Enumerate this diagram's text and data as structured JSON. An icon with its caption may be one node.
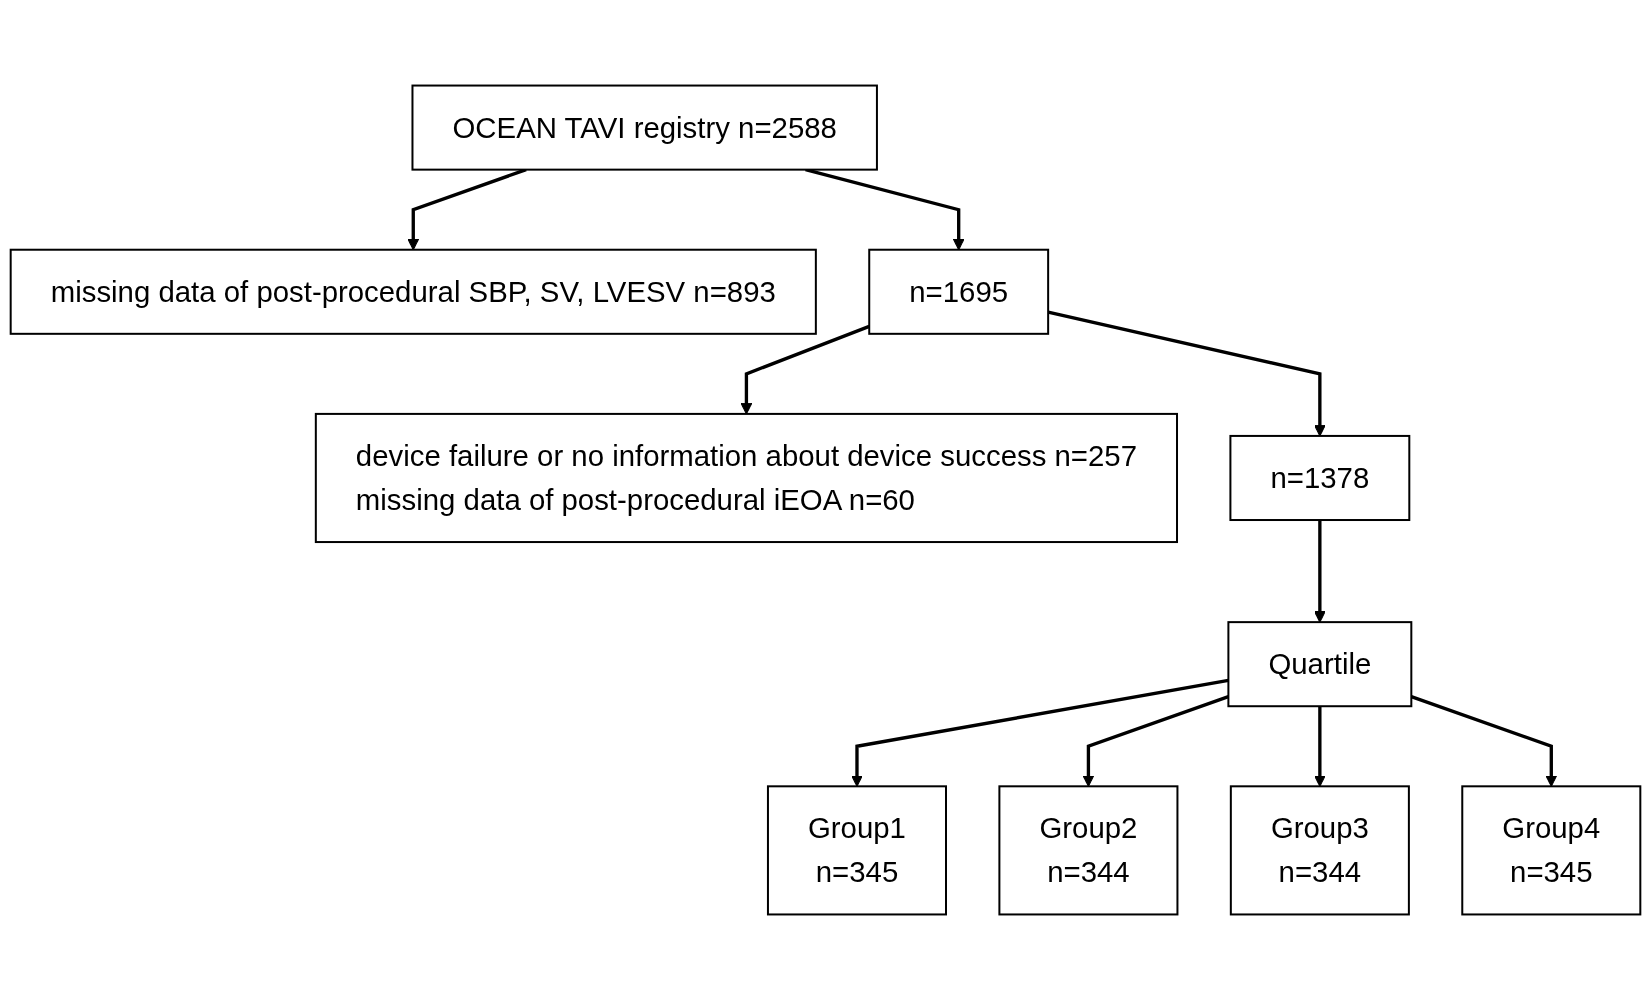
{
  "diagram": {
    "nodes": [
      {
        "text": [
          "OCEAN TAVI registry n=2588"
        ]
      },
      {
        "text": [
          "missing data of post-procedural SBP, SV, LVESV n=893"
        ]
      },
      {
        "text": [
          "n=1695"
        ]
      },
      {
        "text": [
          "device failure or no information about device success n=257",
          "missing data of post-procedural iEOA n=60"
        ]
      },
      {
        "text": [
          "n=1378"
        ]
      },
      {
        "text": [
          "Quartile"
        ]
      },
      {
        "text": [
          "Group1",
          "n=345"
        ]
      },
      {
        "text": [
          "Group2",
          "n=344"
        ]
      },
      {
        "text": [
          "Group3",
          "n=344"
        ]
      },
      {
        "text": [
          "Group4",
          "n=345"
        ]
      }
    ],
    "edges": [
      {
        "from": 0,
        "to": 1,
        "arrow": "to"
      },
      {
        "from": 0,
        "to": 2,
        "arrow": "to"
      },
      {
        "from": 2,
        "to": 3,
        "arrow": "to"
      },
      {
        "from": 2,
        "to": 4,
        "arrow": "to"
      },
      {
        "from": 4,
        "to": 5,
        "arrow": "to"
      },
      {
        "from": 5,
        "to": 6,
        "arrow": "to"
      },
      {
        "from": 5,
        "to": 7,
        "arrow": "to"
      },
      {
        "from": 5,
        "to": 8,
        "arrow": "to"
      },
      {
        "from": 5,
        "to": 9,
        "arrow": "to"
      }
    ]
  }
}
